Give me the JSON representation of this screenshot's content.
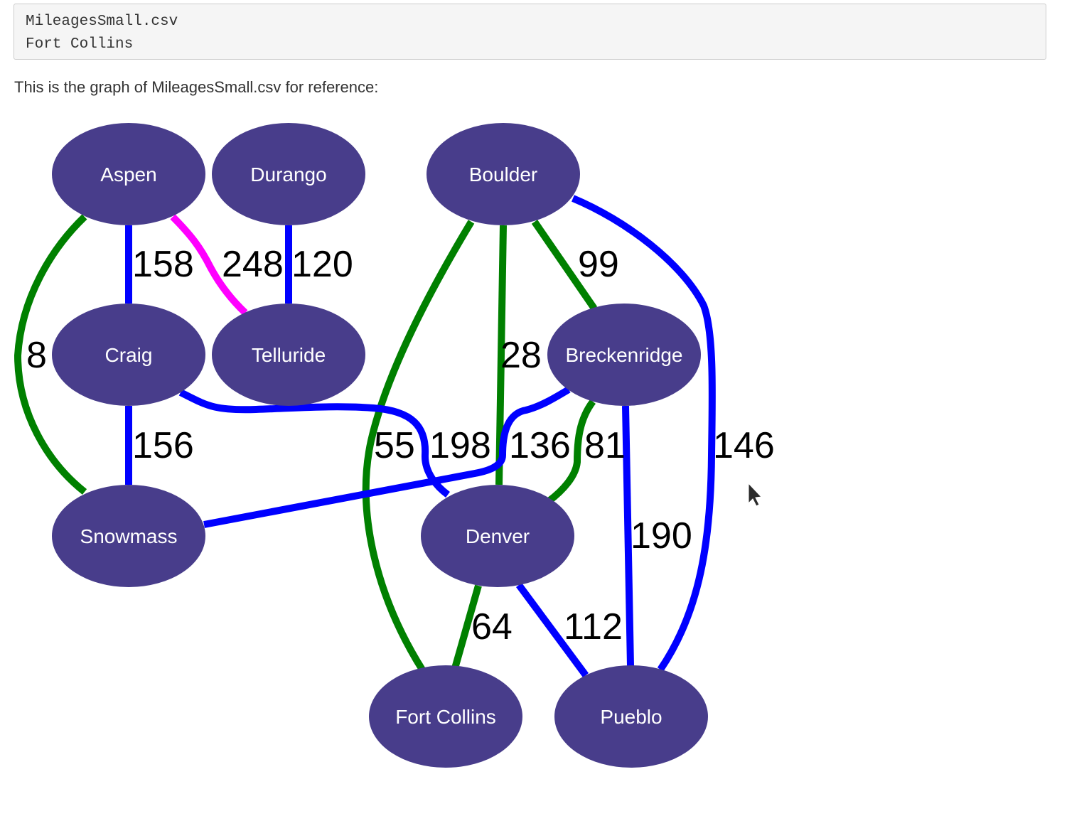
{
  "code_block": {
    "lines": [
      "MileagesSmall.csv",
      "Fort Collins"
    ]
  },
  "caption": "This is the graph of MileagesSmall.csv for reference:",
  "colors": {
    "node_fill": "#483d8b",
    "node_text": "#ffffff",
    "green_edge": "#008000",
    "blue_edge": "#0000ff",
    "magenta_edge": "#ff00ff"
  },
  "graph": {
    "nodes": [
      {
        "id": "aspen",
        "label": "Aspen"
      },
      {
        "id": "durango",
        "label": "Durango"
      },
      {
        "id": "boulder",
        "label": "Boulder"
      },
      {
        "id": "craig",
        "label": "Craig"
      },
      {
        "id": "telluride",
        "label": "Telluride"
      },
      {
        "id": "breckenridge",
        "label": "Breckenridge"
      },
      {
        "id": "snowmass",
        "label": "Snowmass"
      },
      {
        "id": "denver",
        "label": "Denver"
      },
      {
        "id": "fort-collins",
        "label": "Fort Collins"
      },
      {
        "id": "pueblo",
        "label": "Pueblo"
      }
    ],
    "edges": [
      {
        "from": "aspen",
        "to": "craig",
        "label": "158",
        "color": "blue"
      },
      {
        "from": "aspen",
        "to": "telluride",
        "label": "248",
        "color": "magenta"
      },
      {
        "from": "durango",
        "to": "telluride",
        "label": "120",
        "color": "blue"
      },
      {
        "from": "aspen",
        "to": "snowmass",
        "label": "8",
        "color": "green"
      },
      {
        "from": "craig",
        "to": "snowmass",
        "label": "156",
        "color": "blue"
      },
      {
        "from": "boulder",
        "to": "breckenridge",
        "label": "99",
        "color": "green"
      },
      {
        "from": "boulder",
        "to": "denver",
        "label": "28",
        "color": "green"
      },
      {
        "from": "boulder",
        "to": "fort-collins",
        "label": "55",
        "color": "green"
      },
      {
        "from": "boulder",
        "to": "pueblo",
        "label": "146",
        "color": "blue"
      },
      {
        "from": "craig",
        "to": "denver",
        "label": "198",
        "color": "blue"
      },
      {
        "from": "breckenridge",
        "to": "snowmass",
        "label": "136",
        "color": "blue"
      },
      {
        "from": "breckenridge",
        "to": "denver",
        "label": "81",
        "color": "green"
      },
      {
        "from": "breckenridge",
        "to": "pueblo",
        "label": "190",
        "color": "blue"
      },
      {
        "from": "denver",
        "to": "fort-collins",
        "label": "64",
        "color": "green"
      },
      {
        "from": "denver",
        "to": "pueblo",
        "label": "112",
        "color": "blue"
      }
    ]
  },
  "cursor_icon": "arrow-cursor-icon"
}
